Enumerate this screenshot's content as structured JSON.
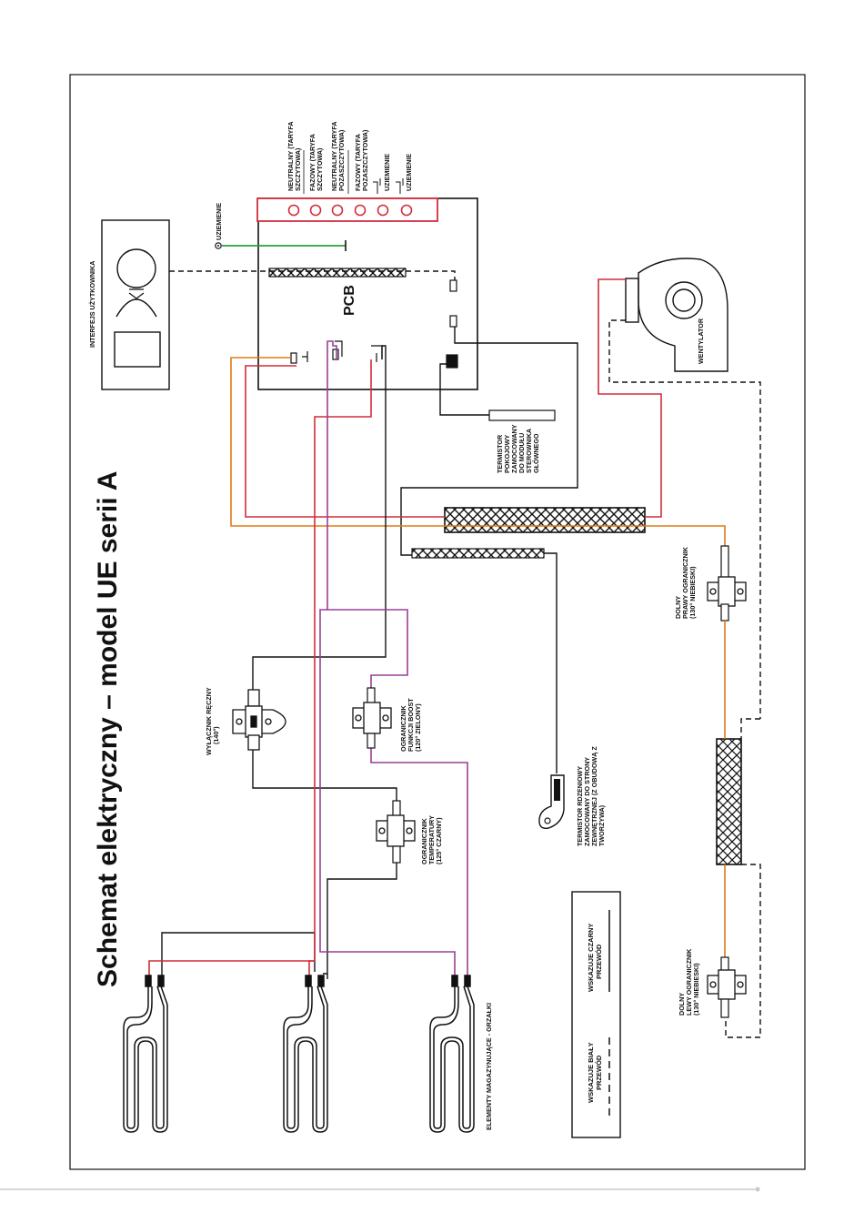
{
  "title": "Schemat elektryczny – model UE serii A",
  "pcb_label": "PCB",
  "colors": {
    "phase_wire": "#d12d3c",
    "boost_wire": "#9a3f96",
    "thermostat_wire": "#e07b14",
    "ground_wire": "#2e9e3a",
    "neutral_wire": "#111111",
    "terminal_block": "#d12d3c"
  },
  "terminals": {
    "items": [
      {
        "lines": [
          "NEUTRALNY (TARYFA",
          "SZCZYTOWA)"
        ]
      },
      {
        "lines": [
          "FAZOWY (TARYFA",
          "SZCZYTOWA)"
        ]
      },
      {
        "lines": [
          "NEUTRALNY (TARYFA",
          "POZASZCZYTOWA)"
        ]
      },
      {
        "lines": [
          "FAZOWY (TARYFA",
          "POZASZCZYTOWA)"
        ]
      },
      {
        "lines": [
          "UZIEMIENIE"
        ]
      },
      {
        "lines": [
          "UZIEMIENIE"
        ]
      }
    ]
  },
  "labels": {
    "ground_pcb": "UZIEMIENIE",
    "user_interface": "INTERFEJS UŻYTKOWNIKA",
    "fan": "WENTYLATOR",
    "room_thermistor": [
      "TERMISTOR",
      "POKOJOWY",
      "ZAMOCOWANY",
      "DO MODUŁU",
      "STEROWNIKA",
      "GŁÓWNEGO"
    ],
    "core_thermistor": [
      "TERMISTOR RDZENIOWY",
      "ZAMOCOWANY DO STRONY",
      "ZEWNĘTRZNEJ (Z OBUDOWĄ Z",
      "TWORZYWA)"
    ],
    "manual_switch": [
      "WYŁĄCZNIK RĘCZNY",
      "(140°)"
    ],
    "boost_limiter": [
      "OGRANICZNIK",
      "FUNKCJI BOOST",
      "(120° ZIELONY)"
    ],
    "temp_limiter": [
      "OGRANICZNIK",
      "TEMPERATURY",
      "(125° CZARNY)"
    ],
    "lower_right_limiter": [
      "DOLNY",
      "PRAWY OGRANICZNIK",
      "(130° NIEBIESKI)"
    ],
    "lower_left_limiter": [
      "DOLNY",
      "LEWY OGRANICZNIK",
      "(130° NIEBIESKI)"
    ],
    "heating_elements": "ELEMENTY MAGAZYNUJĄCE - GRZAŁKI"
  },
  "legend": {
    "black_wire": [
      "WSKAZUJE CZARNY",
      "PRZEWÓD"
    ],
    "white_wire": [
      "WSKAZUJE BIAŁY",
      "PRZEWÓD"
    ]
  }
}
